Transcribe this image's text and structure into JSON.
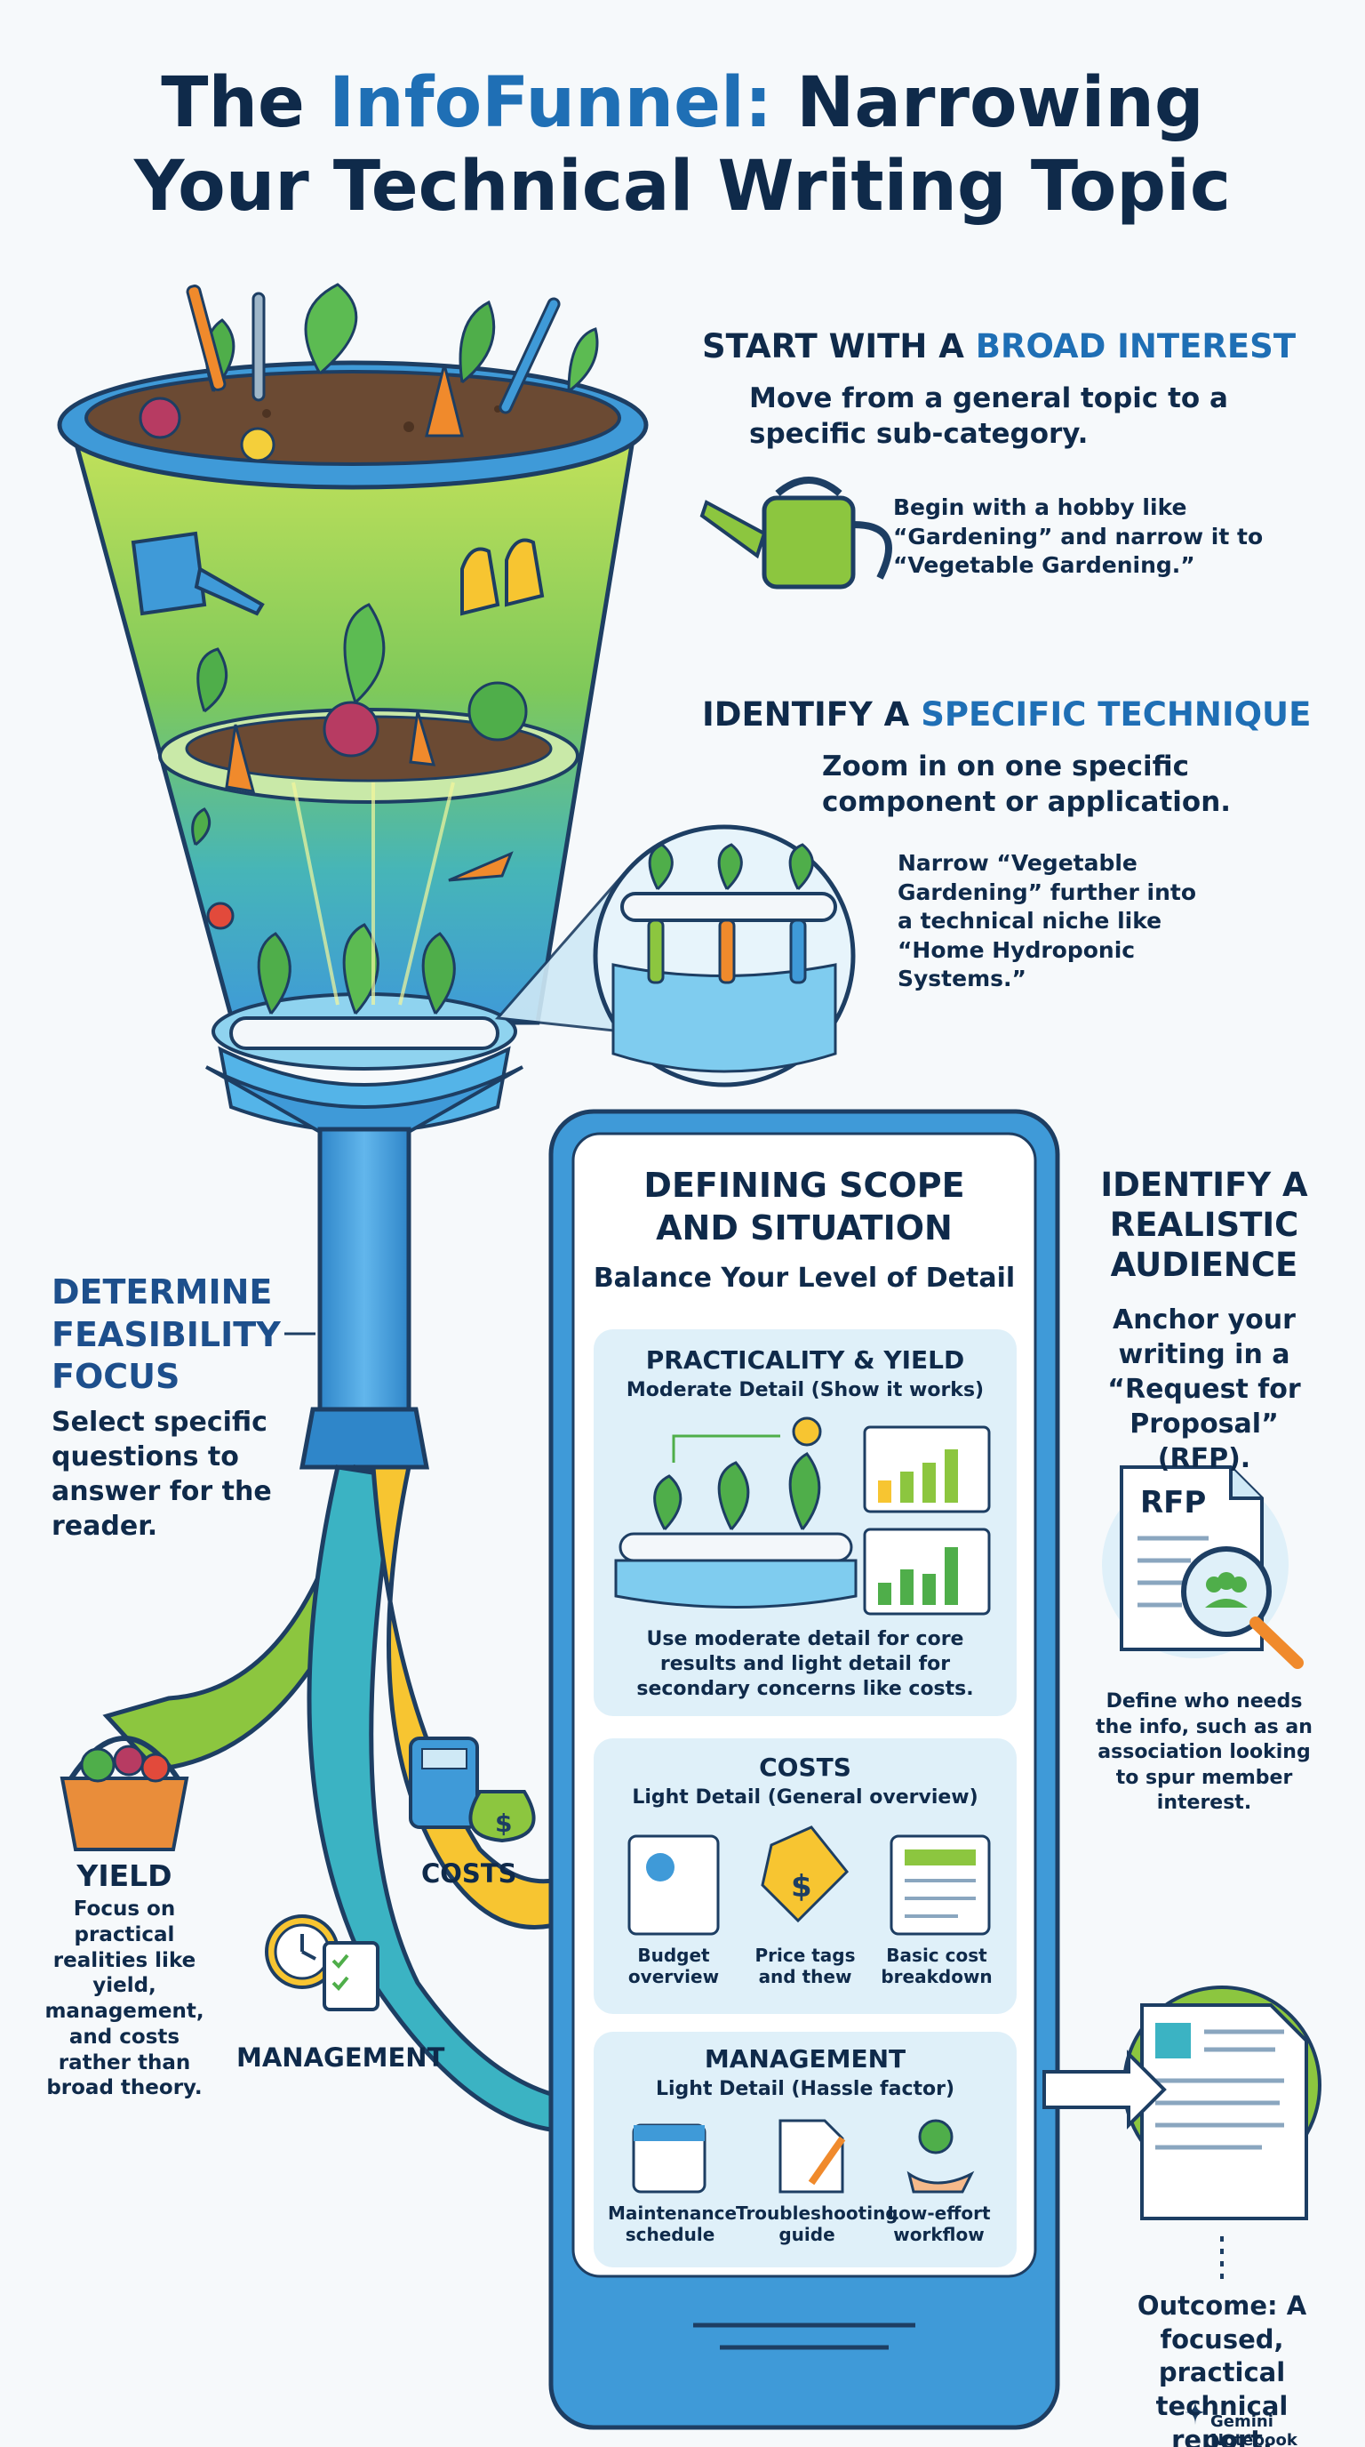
{
  "title": {
    "line1_a": "The ",
    "line1_b": "InfoFunnel:",
    "line1_c": " Narrowing",
    "line2": "Your Technical Writing Topic"
  },
  "broad": {
    "heading_a": "START WITH A ",
    "heading_b": "BROAD INTEREST",
    "subtitle": "Move from a general topic to a specific sub-category.",
    "body": "Begin with a hobby like “Gardening” and narrow it to “Vegetable Gardening.”"
  },
  "technique": {
    "heading_a": "IDENTIFY A ",
    "heading_b": "SPECIFIC TECHNIQUE",
    "subtitle": "Zoom in on one specific component or application.",
    "body": "Narrow “Vegetable Gardening” further into a technical niche like “Home Hydroponic Systems.”"
  },
  "feasibility": {
    "heading": "DETERMINE FEASIBILITY FOCUS",
    "body": "Select specific questions to answer for the reader."
  },
  "yield": {
    "heading": "YIELD",
    "body": "Focus on practical realities like yield, management, and costs rather than broad theory."
  },
  "streams": {
    "costs": "COSTS",
    "management": "MANAGEMENT"
  },
  "scope": {
    "heading": "DEFINING SCOPE AND SITUATION",
    "subtitle": "Balance Your Level of Detail",
    "practicality": {
      "heading": "PRACTICALITY & YIELD",
      "detail": "Moderate Detail (Show it works)",
      "body": "Use moderate detail for core results and light detail for secondary concerns like costs."
    },
    "costs": {
      "heading": "COSTS",
      "detail": "Light Detail (General overview)",
      "items": [
        "Budget overview",
        "Price tags and thew",
        "Basic cost breakdown"
      ]
    },
    "management": {
      "heading": "MANAGEMENT",
      "detail": "Light Detail (Hassle factor)",
      "items": [
        "Maintenance schedule",
        "Troubleshooting guide",
        "Low-effort workflow"
      ]
    }
  },
  "audience": {
    "heading": "IDENTIFY A REALISTIC AUDIENCE",
    "subtitle": "Anchor your writing in a “Request for Proposal” (RFP).",
    "doc_label": "RFP",
    "body": "Define who needs the info, such as an association looking to spur member interest."
  },
  "outcome": {
    "text": "Outcome: A focused, practical technical report."
  },
  "footer": {
    "brand": "Gemini Notebook"
  },
  "colors": {
    "navy": "#0f2a4a",
    "blue": "#1f6fb5",
    "funnel_blue": "#3f9ad8",
    "lime": "#8cc63f",
    "teal": "#3bb3c3",
    "yellow": "#f7c531",
    "panel": "#dff0f9"
  },
  "icons": [
    "watering-can-icon",
    "gardening-gloves-icon",
    "rfp-document-icon",
    "magnifier-people-icon",
    "basket-icon",
    "calculator-icon",
    "money-bag-icon",
    "clock-icon",
    "checklist-icon",
    "bar-chart-icon",
    "price-tag-icon",
    "calendar-icon",
    "wrench-doc-icon",
    "hand-check-icon",
    "report-icon",
    "gemini-icon"
  ]
}
